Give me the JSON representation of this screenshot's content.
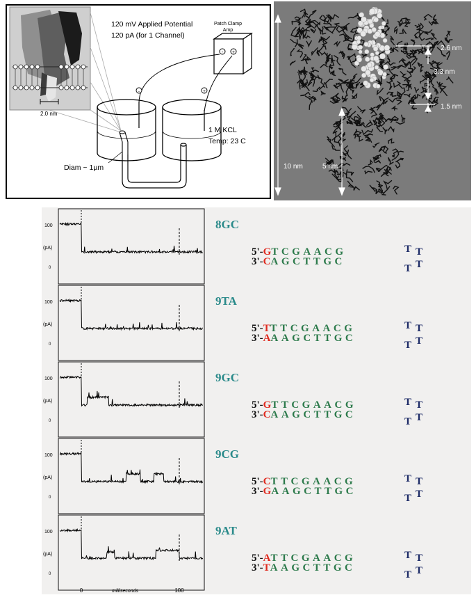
{
  "setup": {
    "potential": "120 mV Applied Potential",
    "current": "120 pA (for 1 Channel)",
    "amp_label_1": "Patch Clamp",
    "amp_label_2": "Amp",
    "minus": "-",
    "plus": "+",
    "pore_width": "2.0 nm",
    "solution": "1 M KCL",
    "temperature": "Temp: 23 C",
    "aperture_prefix": "Diam ~ 1",
    "aperture_unit": "µm"
  },
  "structure": {
    "height_total": "10 nm",
    "height_stem": "5 nm",
    "dim_top": "2.6 nm",
    "dim_mid": "3.3 nm",
    "dim_bottom": "1.5 nm"
  },
  "traces": {
    "y_tick_top": "100",
    "y_unit": "(pA)",
    "y_tick_zero": "0",
    "x_tick_0": "0",
    "x_label": "milliseconds",
    "x_tick_100": "100"
  },
  "hairpins": [
    {
      "name": "8GC",
      "top_prefix": "5'-",
      "top_pair": "G",
      "top_rest": "TCGAACG",
      "bot_prefix": "3'-",
      "bot_pair": "C",
      "bot_rest": "AGCTTGC",
      "loop": "T"
    },
    {
      "name": "9TA",
      "top_prefix": "5'-",
      "top_pair": "T",
      "top_rest": "TTCGAACG",
      "bot_prefix": "3'-",
      "bot_pair": "A",
      "bot_rest": "AAGCTTGC",
      "loop": "T"
    },
    {
      "name": "9GC",
      "top_prefix": "5'-",
      "top_pair": "G",
      "top_rest": "TTCGAACG",
      "bot_prefix": "3'-",
      "bot_pair": "C",
      "bot_rest": "AAGCTTGC",
      "loop": "T"
    },
    {
      "name": "9CG",
      "top_prefix": "5'-",
      "top_pair": "C",
      "top_rest": "TTCGAACG",
      "bot_prefix": "3'-",
      "bot_pair": "G",
      "bot_rest": "AAGCTTGC",
      "loop": "T"
    },
    {
      "name": "9AT",
      "top_prefix": "5'-",
      "top_pair": "A",
      "top_rest": "TTCGAACG",
      "bot_prefix": "3'-",
      "bot_pair": "T",
      "bot_rest": "AAGCTTGC",
      "loop": "T"
    }
  ],
  "colors": {
    "pair_base": "#e02a1f",
    "stem_base": "#2c7a4b",
    "loop_base": "#1c2a66",
    "hairpin_name": "#2a8a8a"
  }
}
